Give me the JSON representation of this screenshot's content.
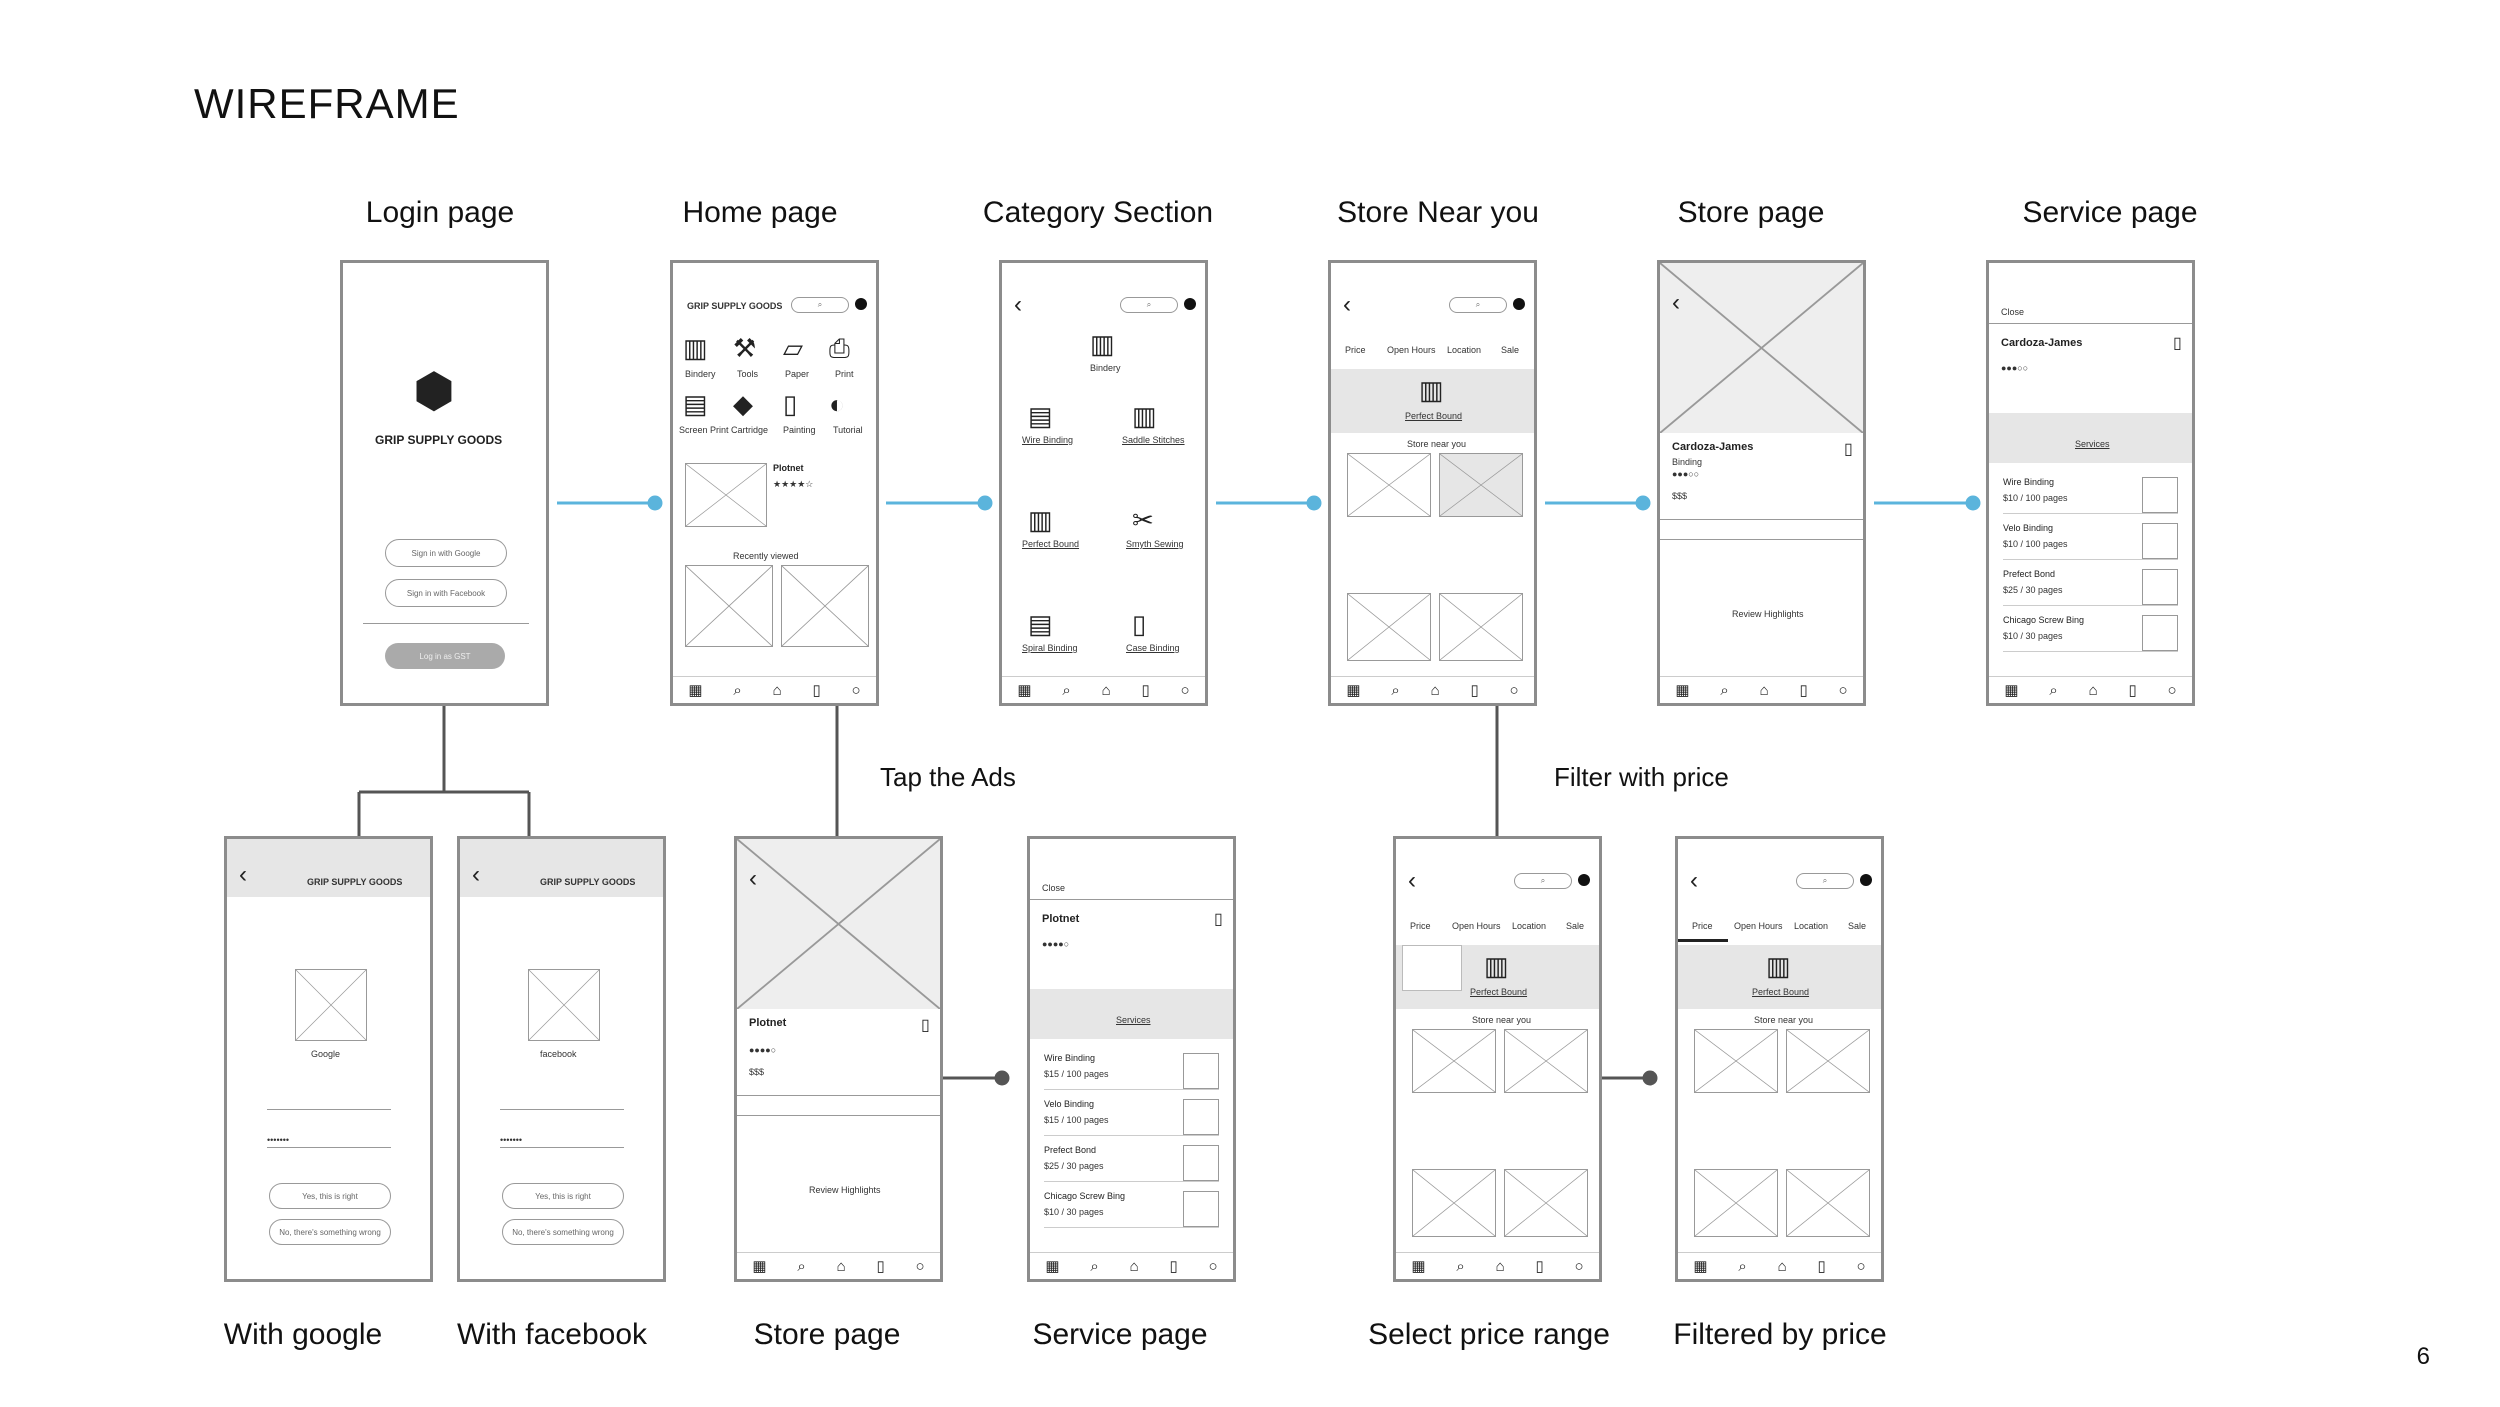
{
  "title": "WIREFRAME",
  "page_number": "6",
  "top_labels": [
    "Login page",
    "Home page",
    "Category Section",
    "Store Near you",
    "Store page",
    "Service page"
  ],
  "bottom_labels": [
    "With google",
    "With facebook",
    "Store page",
    "Service page",
    "Select price range",
    "Filtered by price"
  ],
  "connector_labels": {
    "tap_ads": "Tap the Ads",
    "filter_price": "Filter with price"
  },
  "brand": "GRIP SUPPLY GOODS",
  "login": {
    "google": "Sign in with Google",
    "facebook": "Sign in with Facebook",
    "guest": "Log in as GST"
  },
  "home": {
    "icons": [
      "Bindery",
      "Tools",
      "Paper",
      "Print",
      "Screen Print",
      "Cartridge",
      "Painting",
      "Tutorial"
    ],
    "ad_title": "Plotnet",
    "recently": "Recently viewed"
  },
  "category": {
    "title": "Bindery",
    "items": [
      "Wire Binding",
      "Saddle Stitches",
      "Perfect Bound",
      "Smyth Sewing",
      "Spiral Binding",
      "Case Binding"
    ]
  },
  "near": {
    "filters": [
      "Price",
      "Open Hours",
      "Location",
      "Sale"
    ],
    "banner": "Perfect Bound",
    "section": "Store near you"
  },
  "store": {
    "name": "Cardoza-James",
    "tag": "Binding",
    "price": "$$$",
    "highlights": "Review Highlights"
  },
  "service": {
    "close": "Close",
    "name": "Cardoza-James",
    "tab": "Services",
    "rows": [
      {
        "name": "Wire Binding",
        "price": "$10 / 100 pages"
      },
      {
        "name": "Velo Binding",
        "price": "$10 / 100 pages"
      },
      {
        "name": "Prefect Bond",
        "price": "$25 / 30 pages"
      },
      {
        "name": "Chicago Screw Bing",
        "price": "$10 / 30 pages"
      }
    ]
  },
  "google_page": {
    "provider": "Google",
    "yes": "Yes, this is right",
    "no": "No, there's something wrong",
    "password": "•••••••"
  },
  "facebook_page": {
    "provider": "facebook",
    "yes": "Yes, this is right",
    "no": "No, there's something wrong",
    "password": "•••••••"
  },
  "store2": {
    "name": "Plotnet",
    "price": "$$$",
    "highlights": "Review Highlights"
  },
  "service2": {
    "close": "Close",
    "name": "Plotnet",
    "tab": "Services",
    "rows": [
      {
        "name": "Wire Binding",
        "price": "$15 / 100 pages"
      },
      {
        "name": "Velo Binding",
        "price": "$15 / 100 pages"
      },
      {
        "name": "Prefect Bond",
        "price": "$25 / 30 pages"
      },
      {
        "name": "Chicago Screw Bing",
        "price": "$10 / 30 pages"
      }
    ]
  }
}
